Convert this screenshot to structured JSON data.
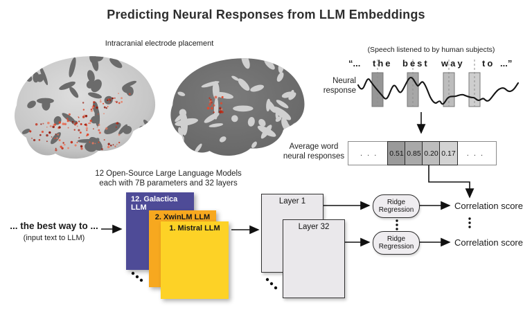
{
  "title": "Predicting Neural Responses from LLM Embeddings",
  "electrodes": {
    "caption": "Intracranial electrode placement"
  },
  "speech": {
    "caption": "(Speech listened to by human subjects)",
    "open_quote": "“...",
    "words": [
      "the",
      "best",
      "way",
      "to"
    ],
    "close_quote": "...”",
    "neural_line1": "Neural",
    "neural_line2": "response",
    "bar_colors": [
      "#969696",
      "#a7a7a7",
      "#bdbdbd",
      "#cecece"
    ]
  },
  "averages": {
    "label_line1": "Average word",
    "label_line2": "neural responses",
    "left_ellipsis": ". . .",
    "right_ellipsis": ". . .",
    "cells": [
      {
        "value": "0.51",
        "color": "#9a9a9a"
      },
      {
        "value": "0.85",
        "color": "#a9a9a9"
      },
      {
        "value": "0.20",
        "color": "#bdbdbd"
      },
      {
        "value": "0.17",
        "color": "#d3d3d3"
      }
    ]
  },
  "llm": {
    "heading_line1": "12 Open-Source Large Language Models",
    "heading_line2": "each with 7B parameters and 32 layers",
    "input_text": "... the best way to ...",
    "input_caption": "(input text to LLM)",
    "cards": [
      {
        "label": "12. Galactica LLM",
        "color": "#4e4b97",
        "text_color": "#ffffff"
      },
      {
        "label": "2. XwinLM LLM",
        "color": "#f7a81f",
        "text_color": "#161616"
      },
      {
        "label": "1. Mistral LLM",
        "color": "#fdd226",
        "text_color": "#161616"
      }
    ]
  },
  "layers": {
    "cards": [
      {
        "label": "Layer 1"
      },
      {
        "label": "Layer 32"
      }
    ]
  },
  "ridge": {
    "line1": "Ridge",
    "line2": "Regression"
  },
  "outputs": {
    "label1": "Correlation score",
    "label2": "Correlation score"
  }
}
